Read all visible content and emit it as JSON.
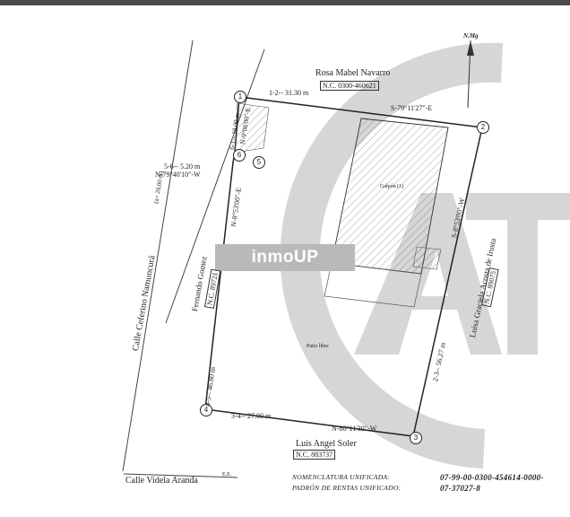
{
  "logo": {
    "text": "inmoUP"
  },
  "north": {
    "label": "N.Mg"
  },
  "streets": {
    "west": "Calle Ceferino Namuncurá",
    "west_width": "(a= 20,00 m)",
    "south": "Calle Videla Aranda",
    "south_tag": "E.E."
  },
  "neighbors": {
    "north": {
      "name": "Rosa Mabel Navarro",
      "nc": "N.C. 0300-460621"
    },
    "west": {
      "name": "Fernando Gomez",
      "nc": "N.C. 89721"
    },
    "east": {
      "name": "Luisa Graciela Acosta de Irusta",
      "nc": "N.C. 89075"
    },
    "south": {
      "name": "Luis Angel Soler",
      "nc": "N.C. 883737"
    }
  },
  "sides": {
    "s12": {
      "len": "1-2-- 31.30 m",
      "bearing": "S-79°11'27\"-E"
    },
    "s23": {
      "len": "2-3-- 56.27 m",
      "bearing": "S-8°53'00\"-W"
    },
    "s34": {
      "len": "3-4-- 27.00 m",
      "bearing": "N-80°11'30\"-W"
    },
    "s45": {
      "len": "4-5-- 46.80 m",
      "bearing": "N-8°53'00\"-E"
    },
    "s56": {
      "len": "5-6-- 5.20 m",
      "bearing": "N-79°40'10\"-W"
    },
    "s61": {
      "len": "6-1-- 10.00 m",
      "bearing": "N-9°06'00\"-E"
    }
  },
  "corners": [
    "1",
    "2",
    "3",
    "4",
    "5",
    "6"
  ],
  "interior": {
    "building": "Galpón (1)",
    "yard": "Patio libre"
  },
  "footer": {
    "nomenclatura_label": "NOMENCLATURA UNIFICADA:",
    "nomenclatura_value": "07-99-00-0300-454614-0000-",
    "padron_label": "PADRÓN DE RENTAS UNIFICADO:",
    "padron_value": "07-37027-8"
  },
  "colors": {
    "watermark": "#d6d6d6",
    "ink": "#222222",
    "logo_bg": "#b9b9b9"
  }
}
